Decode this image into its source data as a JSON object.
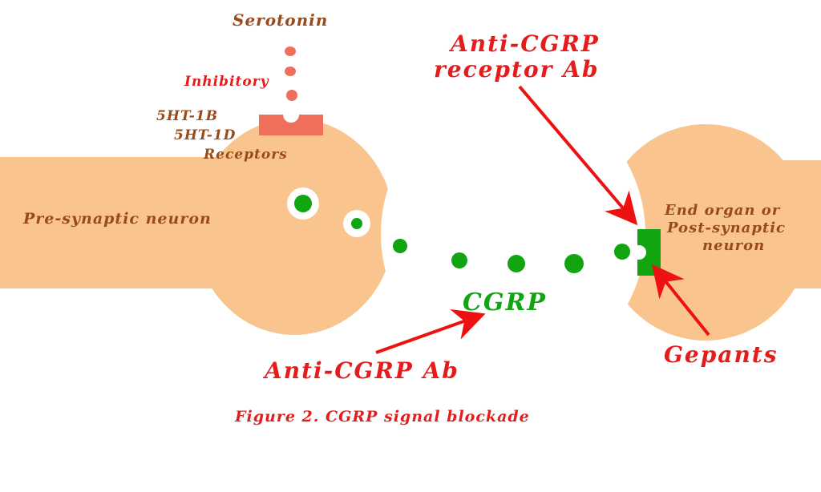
{
  "labels": {
    "serotonin": "Serotonin",
    "inhibitory": "Inhibitory",
    "receptor_5ht1b": "5HT-1B",
    "receptor_5ht1d": "5HT-1D",
    "receptors": "Receptors",
    "presynaptic": "Pre-synaptic neuron",
    "anti_cgrp_receptor_ab_line1": "Anti-CGRP",
    "anti_cgrp_receptor_ab_line2": "receptor Ab",
    "end_organ_line1": "End organ or",
    "end_organ_line2": "Post-synaptic",
    "end_organ_line3": "neuron",
    "cgrp": "CGRP",
    "anti_cgrp_ab": "Anti-CGRP Ab",
    "gepants": "Gepants",
    "caption": "Figure 2. CGRP signal blockade"
  },
  "colors": {
    "neuron": "#f9c48d",
    "cgrp": "#11a511",
    "serotonin": "#ee6f5a",
    "receptor_text": "#9a4a1a",
    "arrow": "#ee1111",
    "red_text": "#e61b1b"
  }
}
